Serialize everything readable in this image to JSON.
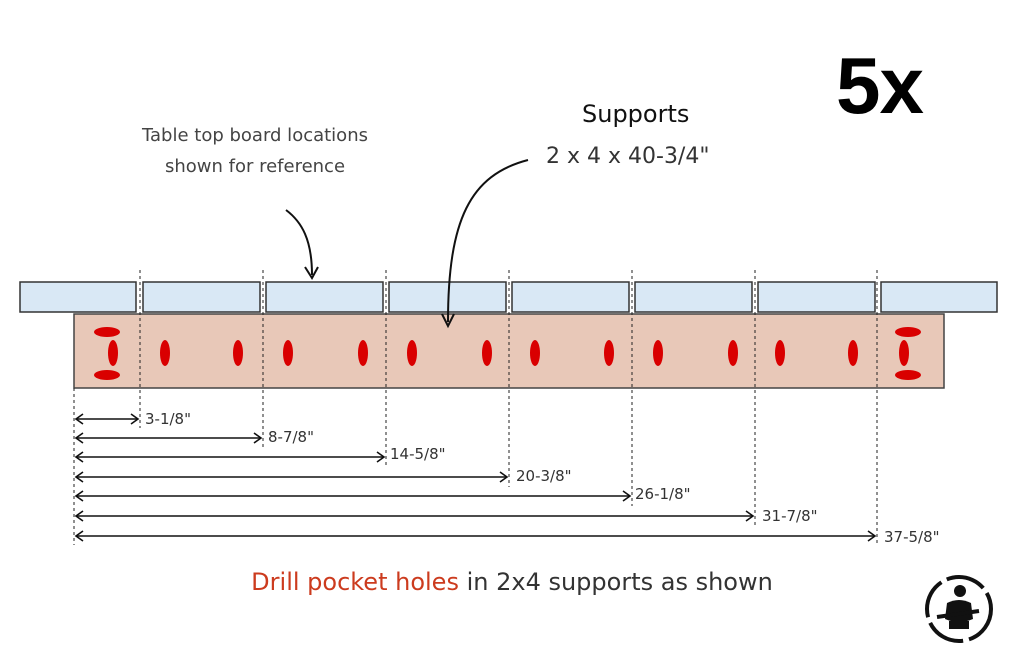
{
  "quantity": "5x",
  "supports": {
    "title": "Supports",
    "dimensions": "2 x 4 x 40-3/4\""
  },
  "note": "Table top board locations shown for reference",
  "footer": {
    "highlight": "Drill pocket holes",
    "rest": " in 2x4 supports as shown"
  },
  "measurements": [
    "3-1/8\"",
    "8-7/8\"",
    "14-5/8\"",
    "20-3/8\"",
    "26-1/8\"",
    "31-7/8\"",
    "37-5/8\""
  ],
  "colors": {
    "board_fill": "#d9e8f5",
    "support_fill": "#e8c8b8",
    "pocket_hole": "#d90000",
    "highlight_text": "#cc3b1e"
  },
  "icons": {
    "logo": "woodworker-logo-icon"
  }
}
